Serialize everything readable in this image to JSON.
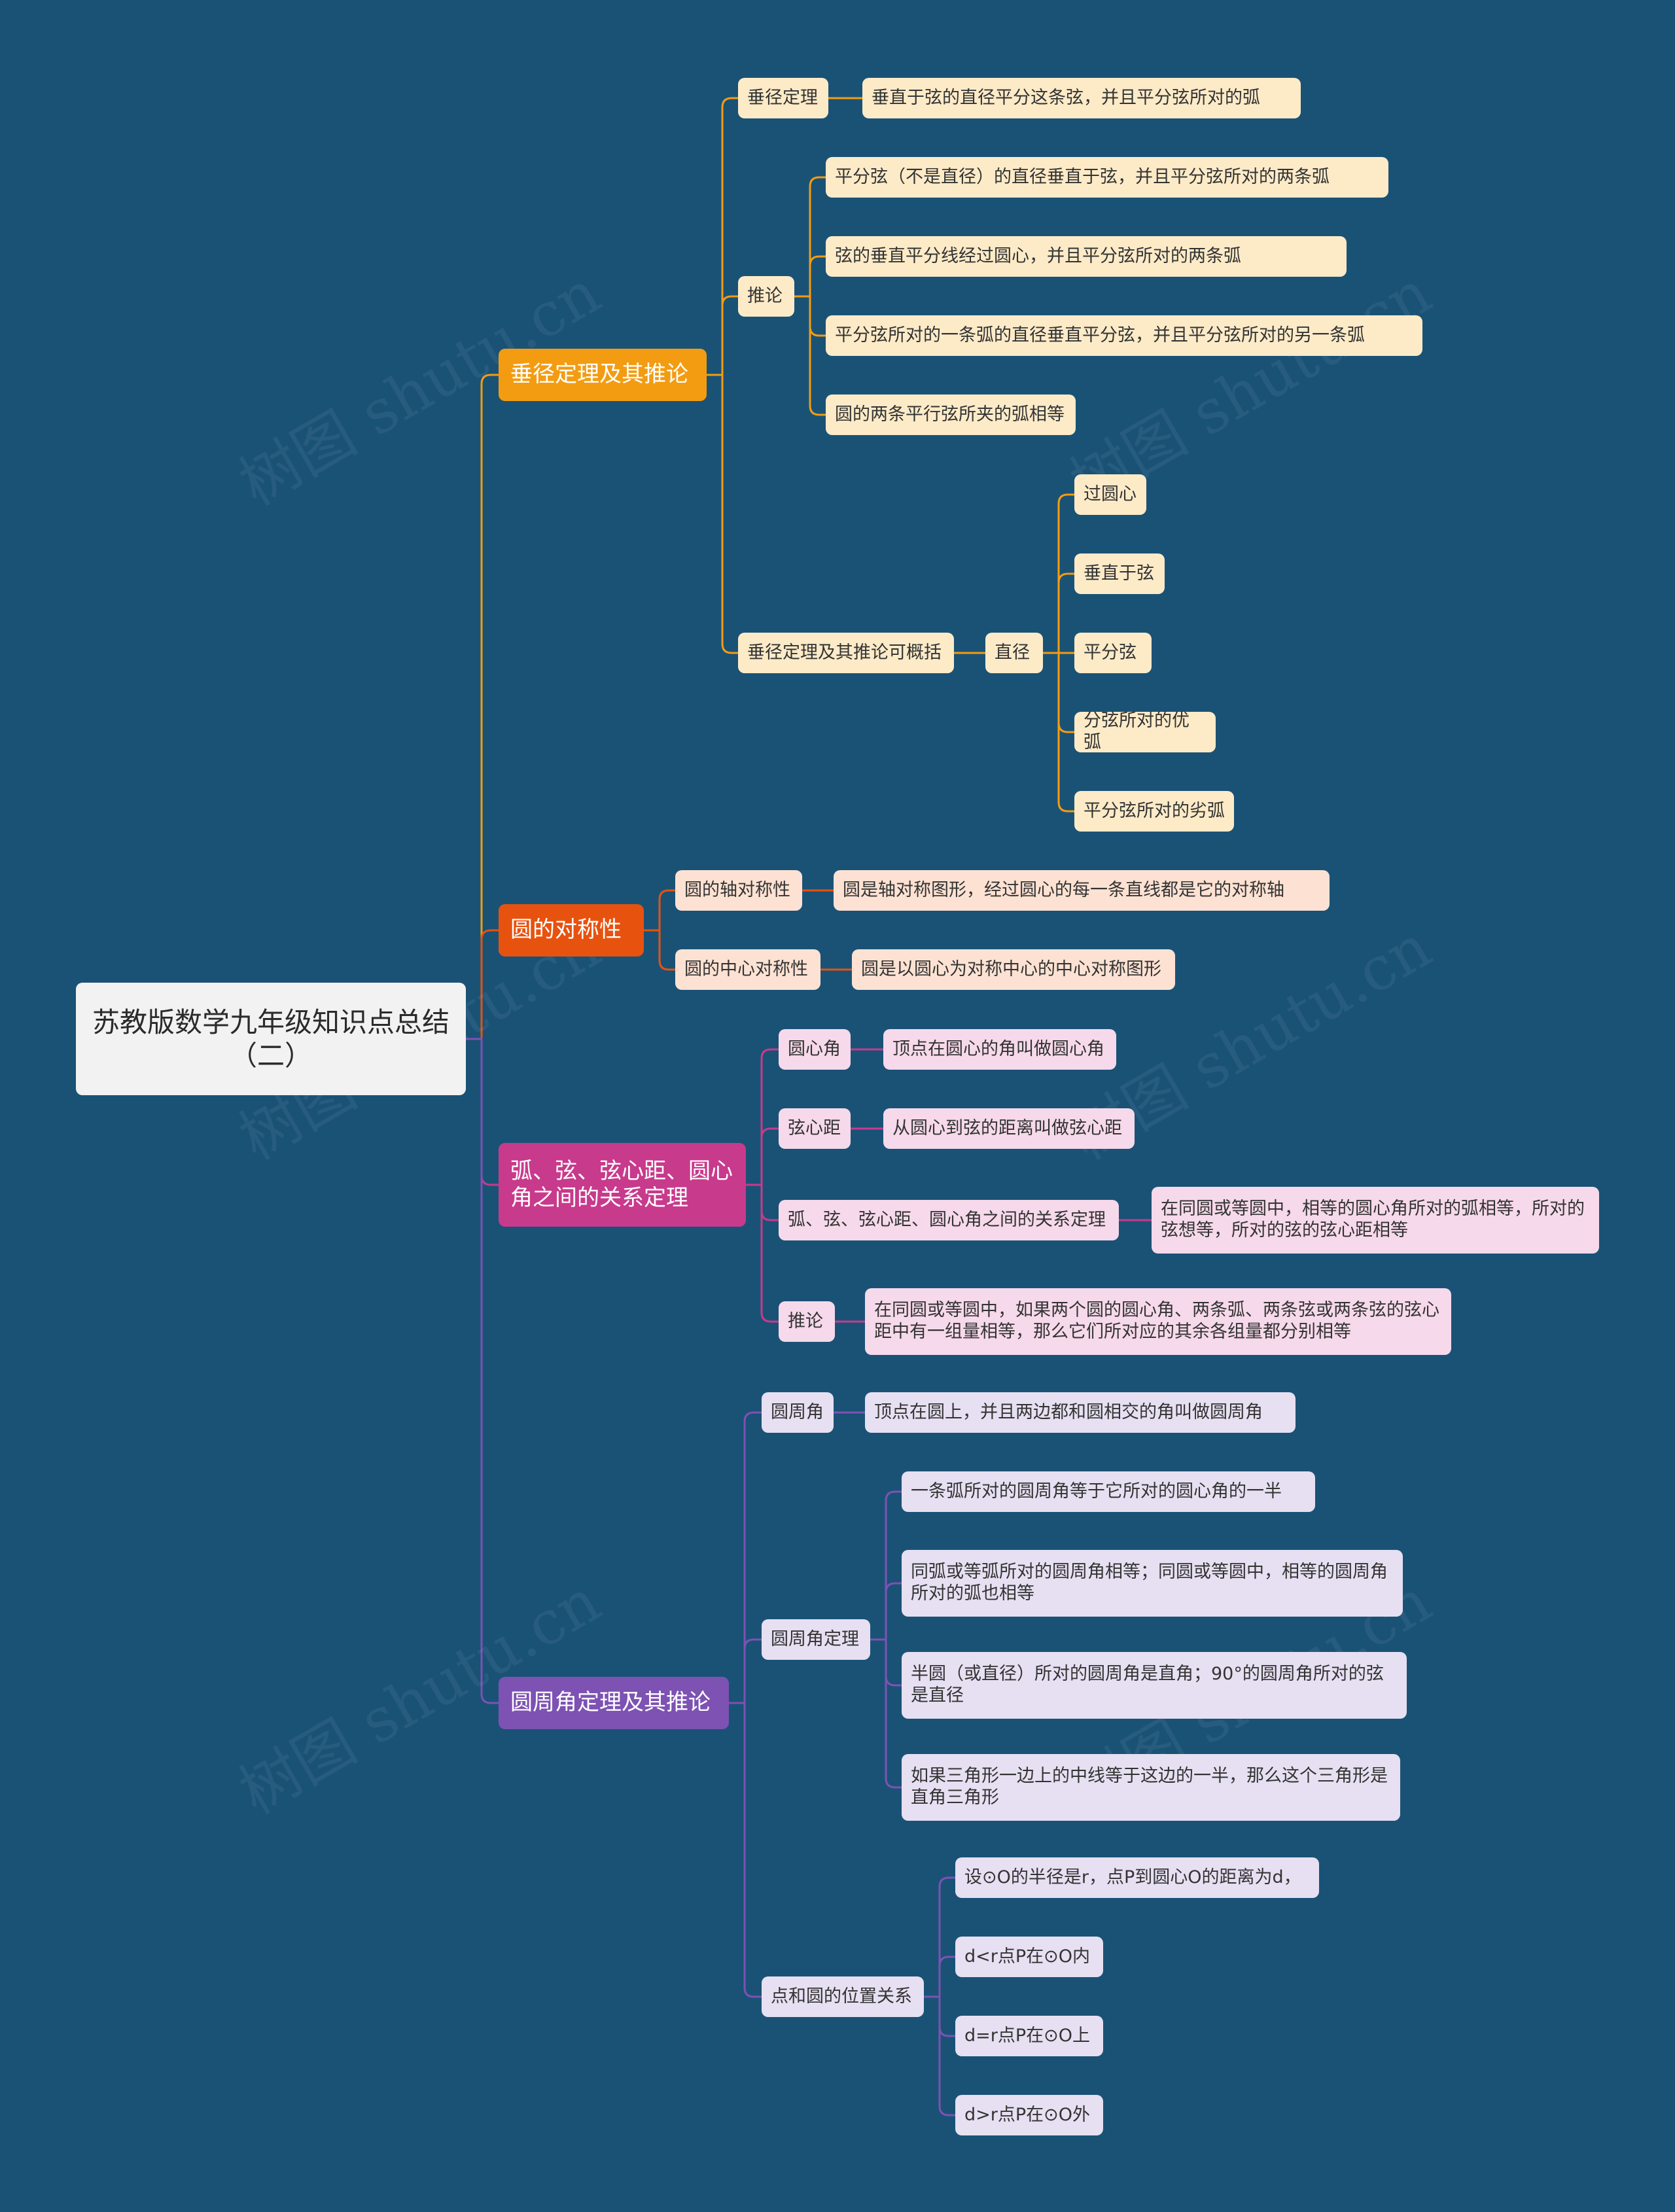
{
  "root": {
    "label": "苏教版数学九年级知识点总结（二）"
  },
  "watermark": "树图 shutu.cn",
  "colors": {
    "background": "#1a5276",
    "branch1": "#f39c12",
    "branch2": "#e8520f",
    "branch3": "#c83a8c",
    "branch4": "#7d52b3",
    "leaf1": "#fdebc8",
    "leaf2": "#fde2d3",
    "leaf3": "#f6d9ea",
    "leaf4": "#e6e0f2"
  },
  "branches": [
    {
      "label": "垂径定理及其推论",
      "children": [
        {
          "label": "垂径定理",
          "children": [
            {
              "label": "垂直于弦的直径平分这条弦，并且平分弦所对的弧"
            }
          ]
        },
        {
          "label": "推论",
          "children": [
            {
              "label": "平分弦（不是直径）的直径垂直于弦，并且平分弦所对的两条弧"
            },
            {
              "label": "弦的垂直平分线经过圆心，并且平分弦所对的两条弧"
            },
            {
              "label": "平分弦所对的一条弧的直径垂直平分弦，并且平分弦所对的另一条弧"
            },
            {
              "label": "圆的两条平行弦所夹的弧相等"
            }
          ]
        },
        {
          "label": "垂径定理及其推论可概括",
          "children": [
            {
              "label": "直径",
              "children": [
                {
                  "label": "过圆心"
                },
                {
                  "label": "垂直于弦"
                },
                {
                  "label": "平分弦"
                },
                {
                  "label": "分弦所对的优弧"
                },
                {
                  "label": "平分弦所对的劣弧"
                }
              ]
            }
          ]
        }
      ]
    },
    {
      "label": "圆的对称性",
      "children": [
        {
          "label": "圆的轴对称性",
          "children": [
            {
              "label": "圆是轴对称图形，经过圆心的每一条直线都是它的对称轴"
            }
          ]
        },
        {
          "label": "圆的中心对称性",
          "children": [
            {
              "label": "圆是以圆心为对称中心的中心对称图形"
            }
          ]
        }
      ]
    },
    {
      "label": "弧、弦、弦心距、圆心角之间的关系定理",
      "children": [
        {
          "label": "圆心角",
          "children": [
            {
              "label": "顶点在圆心的角叫做圆心角"
            }
          ]
        },
        {
          "label": "弦心距",
          "children": [
            {
              "label": "从圆心到弦的距离叫做弦心距"
            }
          ]
        },
        {
          "label": "弧、弦、弦心距、圆心角之间的关系定理",
          "children": [
            {
              "label": "在同圆或等圆中，相等的圆心角所对的弧相等，所对的弦想等，所对的弦的弦心距相等"
            }
          ]
        },
        {
          "label": "推论",
          "children": [
            {
              "label": "在同圆或等圆中，如果两个圆的圆心角、两条弧、两条弦或两条弦的弦心距中有一组量相等，那么它们所对应的其余各组量都分别相等"
            }
          ]
        }
      ]
    },
    {
      "label": "圆周角定理及其推论",
      "children": [
        {
          "label": "圆周角",
          "children": [
            {
              "label": "顶点在圆上，并且两边都和圆相交的角叫做圆周角"
            }
          ]
        },
        {
          "label": "圆周角定理",
          "children": [
            {
              "label": "一条弧所对的圆周角等于它所对的圆心角的一半"
            },
            {
              "label": "同弧或等弧所对的圆周角相等；同圆或等圆中，相等的圆周角所对的弧也相等"
            },
            {
              "label": "半圆（或直径）所对的圆周角是直角；90°的圆周角所对的弦是直径"
            },
            {
              "label": "如果三角形一边上的中线等于这边的一半，那么这个三角形是直角三角形"
            }
          ]
        },
        {
          "label": "点和圆的位置关系",
          "children": [
            {
              "label": "设⊙O的半径是r，点P到圆心O的距离为d，"
            },
            {
              "label": "d<r点P在⊙O内"
            },
            {
              "label": "d=r点P在⊙O上"
            },
            {
              "label": "d>r点P在⊙O外"
            }
          ]
        }
      ]
    }
  ]
}
